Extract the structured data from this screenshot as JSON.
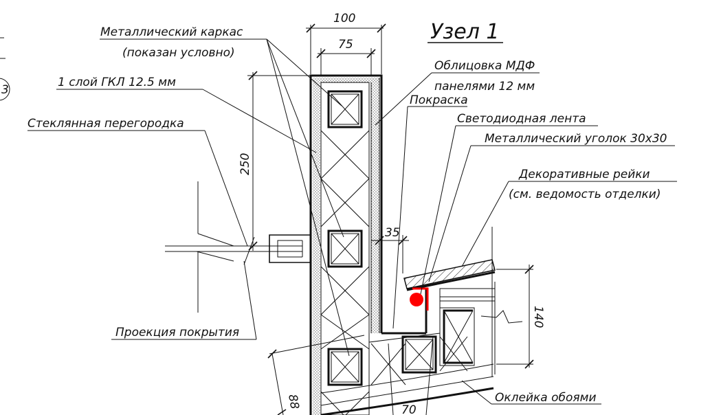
{
  "title": "Узел 1",
  "labels": {
    "metal_frame_1": "Металлический каркас",
    "metal_frame_2": "(показан условно)",
    "gkl": "1 слой ГКЛ 12.5 мм",
    "glass": "Стеклянная перегородка",
    "mdf_1": "Облицовка МДФ",
    "mdf_2": "панелями 12 мм",
    "paint": "Покраска",
    "led": "Светодиодная лента",
    "angle": "Металлический уголок 30х30",
    "slats_1": "Декоративные рейки",
    "slats_2": "(см. ведомость отделки)",
    "projection": "Проекция покрытия",
    "wallpaper": "Оклейка обоями",
    "left_mark": "3"
  },
  "dimensions": {
    "d100": "100",
    "d75": "75",
    "d250": "250",
    "d35": "35",
    "d140": "140",
    "d88": "88",
    "d70": "70"
  },
  "colors": {
    "line": "#111111",
    "led": "#ff0000",
    "background": "#ffffff"
  }
}
